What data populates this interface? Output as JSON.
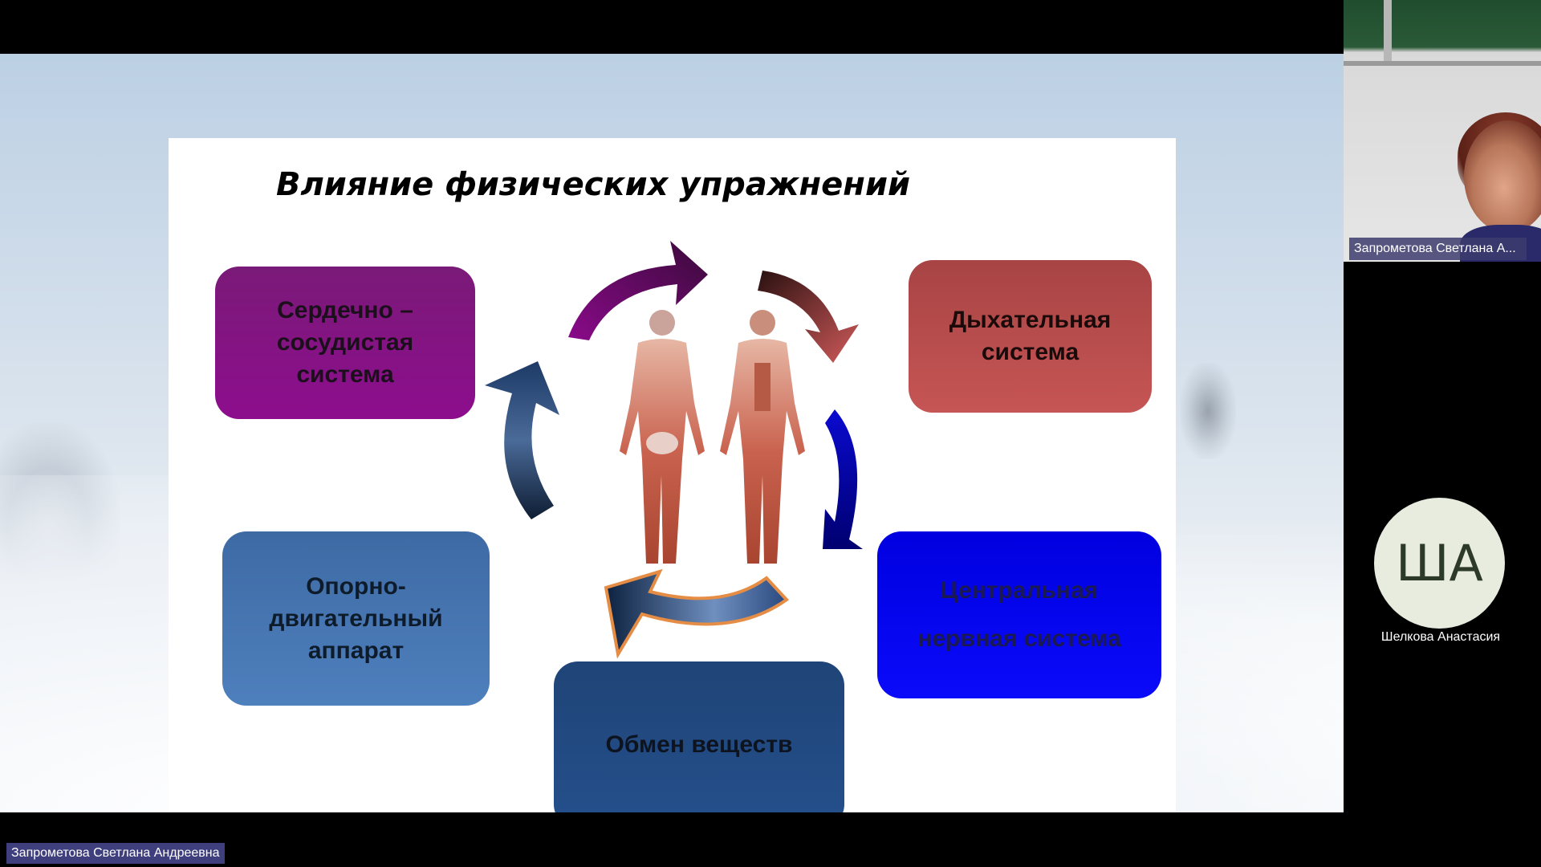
{
  "slide": {
    "title": "Влияние физических упражнений",
    "boxes": {
      "cardio": "Сердечно – сосудистая система",
      "respiratory": "Дыхательная система",
      "musculoskeletal": "Опорно-двигательный аппарат",
      "cns_line1": "Центральная",
      "cns_line2": "нервная система",
      "metabolism": "Обмен веществ"
    }
  },
  "participants": {
    "camera_name": "Запрометова Светлана А...",
    "avatar_initials": "ША",
    "avatar_name": "Шелкова Анастасия",
    "presenter_name": "Запрометова Светлана Андреевна"
  },
  "colors": {
    "cardio": "#8d0d8d",
    "respiratory": "#c65555",
    "musculoskeletal": "#4e80bd",
    "cns": "#0a0afa",
    "metabolism": "#25508c"
  }
}
